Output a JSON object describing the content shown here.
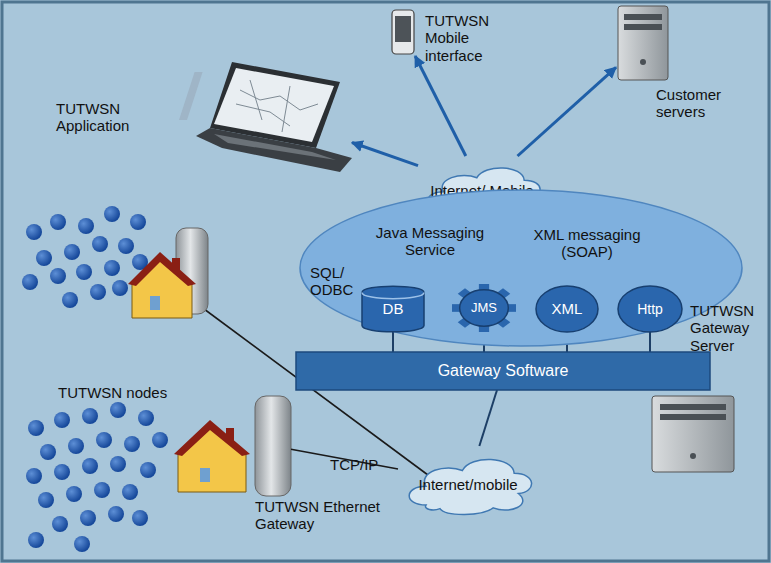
{
  "diagram": {
    "nodes": [
      {
        "text": [
          "TUTWSN Application"
        ]
      },
      {
        "text": [
          "TUTWSN Mobile interface"
        ]
      },
      {
        "text": [
          "Customer servers"
        ]
      },
      {
        "text": [
          "Internet/ Mobile"
        ]
      },
      {
        "text": [
          "Java Messaging Service",
          "XML messaging (SOAP)",
          "SQL/ ODBC"
        ]
      },
      {
        "text": [
          "DB"
        ],
        "in": 4
      },
      {
        "text": [
          "JMS"
        ],
        "in": 4
      },
      {
        "text": [
          "XML"
        ],
        "in": 4
      },
      {
        "text": [
          "Http"
        ],
        "in": 4
      },
      {
        "text": [
          "TUTWSN Gateway Server"
        ]
      },
      {
        "text": [
          "Gateway Software"
        ]
      },
      {
        "text": [
          "TUTWSN Ethernet Gateway"
        ]
      },
      {
        "text": [
          "Internet/mobile"
        ]
      }
    ],
    "edges": [
      {
        "from": 3,
        "to": 0,
        "arrow": "to"
      },
      {
        "from": 3,
        "to": 1,
        "arrow": "to"
      },
      {
        "from": 3,
        "to": 2,
        "arrow": "to"
      },
      {
        "from": 5,
        "to": 10,
        "arrow": "none"
      },
      {
        "from": 6,
        "to": 10,
        "arrow": "none"
      },
      {
        "from": 7,
        "to": 10,
        "arrow": "none"
      },
      {
        "from": 8,
        "to": 10,
        "arrow": "none"
      },
      {
        "from": 10,
        "to": 12,
        "arrow": "none"
      },
      {
        "from": 11,
        "to": 12,
        "arrow": "none"
      }
    ],
    "labels": [
      "TUTWSN nodes",
      "TCP/IP"
    ]
  }
}
